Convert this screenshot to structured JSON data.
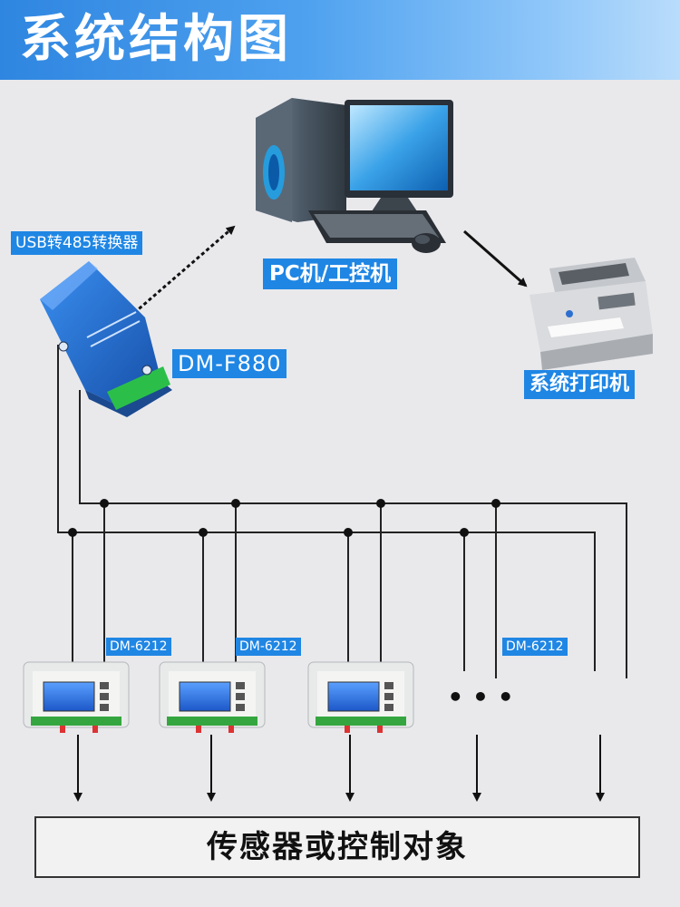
{
  "header": {
    "title": "系统结构图"
  },
  "converter": {
    "label": "USB转485转换器",
    "model": "DM-F880"
  },
  "pc": {
    "label": "PC机/工控机"
  },
  "printer": {
    "label": "系统打印机"
  },
  "devices": {
    "labels": [
      "DM-6212",
      "DM-6212",
      "DM-6212"
    ],
    "ellipsis": "• • •"
  },
  "target": {
    "label": "传感器或控制对象"
  },
  "colors": {
    "accent": "#1f86e4",
    "wire": "#111111",
    "header_start": "#2f86e0",
    "header_end": "#b9dcfb"
  }
}
